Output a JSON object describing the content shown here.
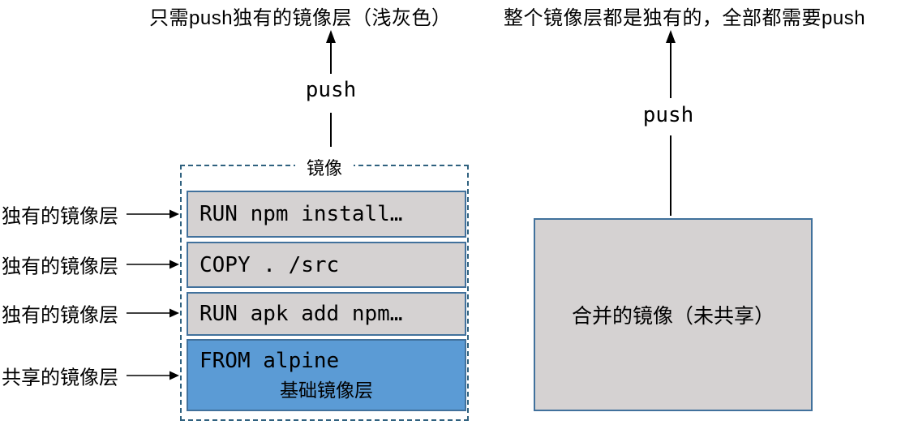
{
  "captions": {
    "left": "只需push独有的镜像层（浅灰色）",
    "right": "整个镜像层都是独有的，全部都需要push"
  },
  "push_arrows": {
    "left_label": "push",
    "right_label": "push"
  },
  "image_stack": {
    "title": "镜像",
    "layers": [
      {
        "code": "RUN npm install…",
        "type": "unique",
        "side_label": "独有的镜像层"
      },
      {
        "code": "COPY . /src",
        "type": "unique",
        "side_label": "独有的镜像层"
      },
      {
        "code": "RUN apk add npm…",
        "type": "unique",
        "side_label": "独有的镜像层"
      },
      {
        "code": "FROM alpine",
        "sub_label": "基础镜像层",
        "type": "shared",
        "side_label": "共享的镜像层"
      }
    ]
  },
  "merged_image": {
    "label": "合并的镜像（未共享）"
  },
  "colors": {
    "unique_layer_fill": "#D5D2D2",
    "shared_layer_fill": "#5B9BD5",
    "layer_border": "#41719C",
    "dashed_border": "#2F617F",
    "merged_fill": "#D5D2D2",
    "arrow": "#000000",
    "text": "#000000",
    "background": "#FFFFFF"
  }
}
